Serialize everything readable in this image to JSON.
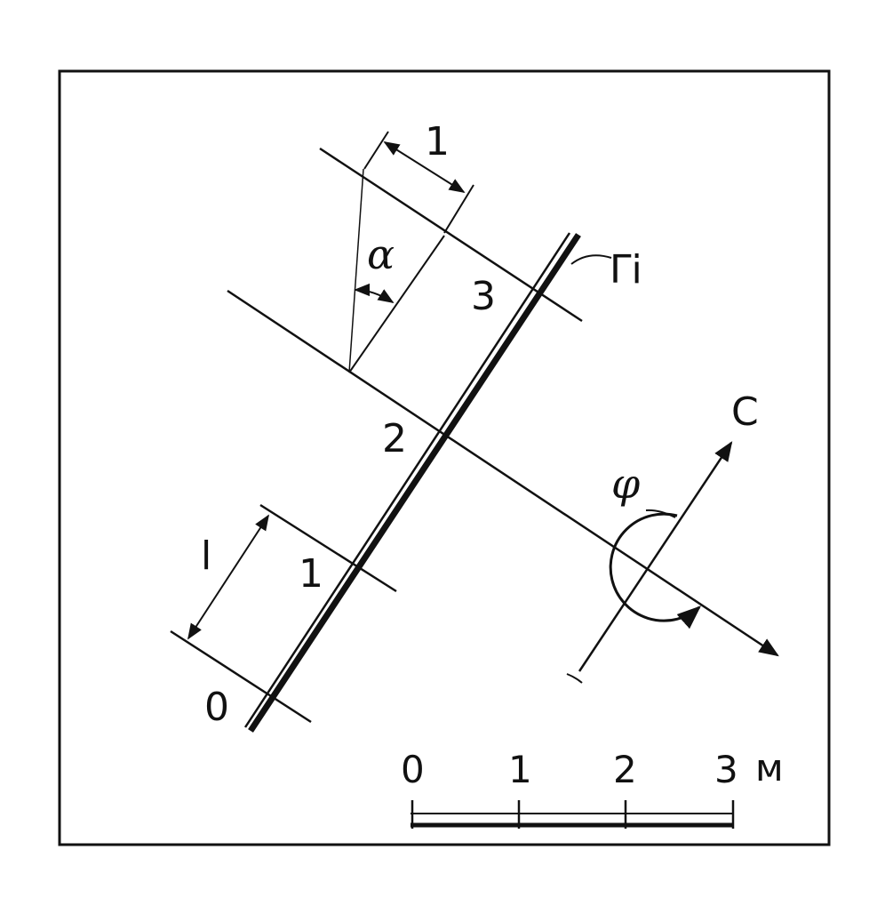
{
  "colors": {
    "ink": "#111111",
    "paper": "#ffffff"
  },
  "labels": {
    "dim_top": "1",
    "dim_left": "l",
    "alpha": "α",
    "phi": "φ",
    "wall": "Γi",
    "vector": "C",
    "line_0": "0",
    "line_1": "1",
    "line_2": "2",
    "line_3": "3"
  },
  "scale": {
    "ticks": [
      "0",
      "1",
      "2",
      "3"
    ],
    "unit": "м"
  }
}
